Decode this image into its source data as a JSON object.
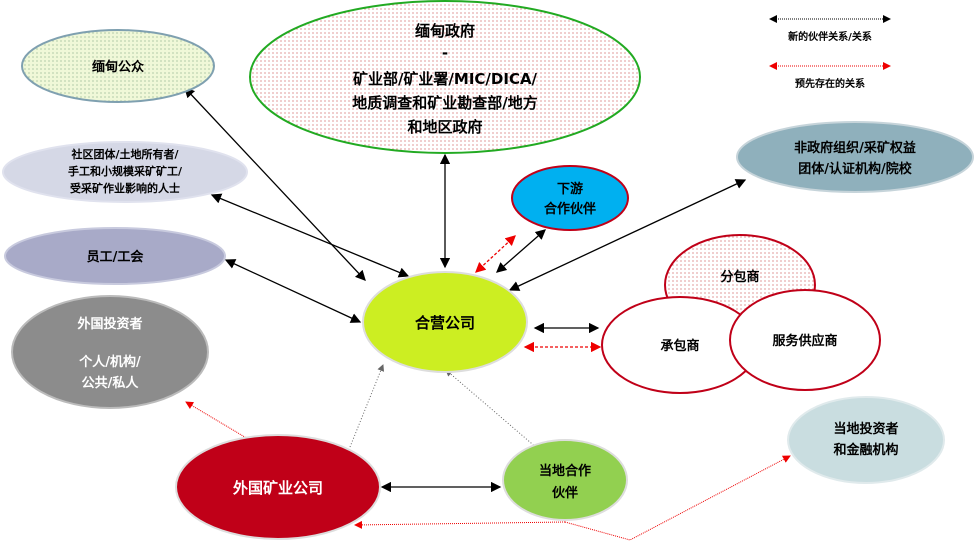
{
  "legend": {
    "new": "新的伙伴关系/关系",
    "existing": "预先存在的关系"
  },
  "nodes": {
    "public": [
      "缅甸公众"
    ],
    "gov": [
      "缅甸政府",
      "-",
      "矿业部/矿业署/MIC/DICA/",
      "地质调查和矿业勘查部/地方",
      "和地区政府"
    ],
    "community": [
      "社区团体/土地所有者/",
      "手工和小规模采矿矿工/",
      "受采矿作业影响的人士"
    ],
    "staff": [
      "员工/工会"
    ],
    "foreign_investors": [
      "外国投资者",
      "个人/机构/",
      "公共/私人"
    ],
    "foreign_mining": [
      "外国矿业公司"
    ],
    "local_partner": [
      "当地合作",
      "伙伴"
    ],
    "jv": [
      "合营公司"
    ],
    "downstream": [
      "下游",
      "合作伙伴"
    ],
    "ngo": [
      "非政府组织/采矿权益",
      "团体/认证机构/院校"
    ],
    "subcontractor": [
      "分包商"
    ],
    "contractor": [
      "承包商"
    ],
    "service": [
      "服务供应商"
    ],
    "local_investors": [
      "当地投资者",
      "和金融机构"
    ]
  },
  "colors": {
    "jv": "#ccee22",
    "foreign_mining": "#c00018",
    "downstream": "#00b0f0",
    "local_partner": "#92d050"
  }
}
